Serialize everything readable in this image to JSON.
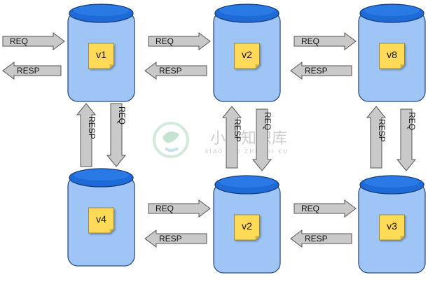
{
  "colors": {
    "jar_body": "#9ec5f5",
    "jar_lid": "#1e6ad8",
    "note_fill": "#fcd956",
    "arrow_fill": "#c9c9c9",
    "arrow_stroke": "#555555",
    "watermark": "#cfcfcf"
  },
  "nodes": [
    {
      "id": "n1",
      "label": "v1"
    },
    {
      "id": "n2",
      "label": "v2"
    },
    {
      "id": "n3",
      "label": "v8"
    },
    {
      "id": "n4",
      "label": "v4"
    },
    {
      "id": "n5",
      "label": "v2"
    },
    {
      "id": "n6",
      "label": "v3"
    }
  ],
  "arrows": {
    "req_label": "REQ",
    "resp_label": "RESP"
  },
  "watermark": {
    "title": "小牛知识库",
    "subtitle": "XIAO NIU ZHI SHI KU"
  }
}
